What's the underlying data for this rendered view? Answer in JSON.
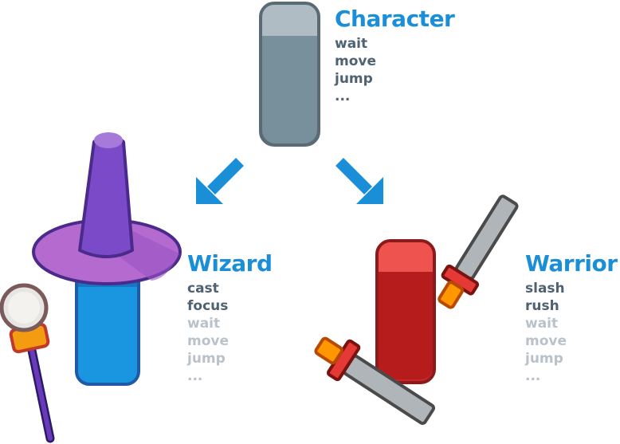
{
  "colors": {
    "title": "#1a8fd8",
    "text": "#4f6272",
    "inherited_text": "#b9c2ca",
    "arrow": "#1a8fd8",
    "character_body": "#78909c",
    "wizard_hat": "#7b4ac8",
    "wizard_body": "#1a96e0",
    "warrior_body": "#c62828",
    "sword_blade": "#b0b5ba"
  },
  "character": {
    "title": "Character",
    "items": [
      "wait",
      "move",
      "jump",
      "..."
    ]
  },
  "wizard": {
    "title": "Wizard",
    "own_items": [
      "cast",
      "focus"
    ],
    "inherited_items": [
      "wait",
      "move",
      "jump",
      "..."
    ]
  },
  "warrior": {
    "title": "Warrior",
    "own_items": [
      "slash",
      "rush"
    ],
    "inherited_items": [
      "wait",
      "move",
      "jump",
      "..."
    ]
  },
  "icons": [
    "character-icon",
    "wizard-icon",
    "warrior-icon",
    "arrow-left-down-icon",
    "arrow-right-down-icon",
    "wand-icon",
    "sword-icon"
  ]
}
